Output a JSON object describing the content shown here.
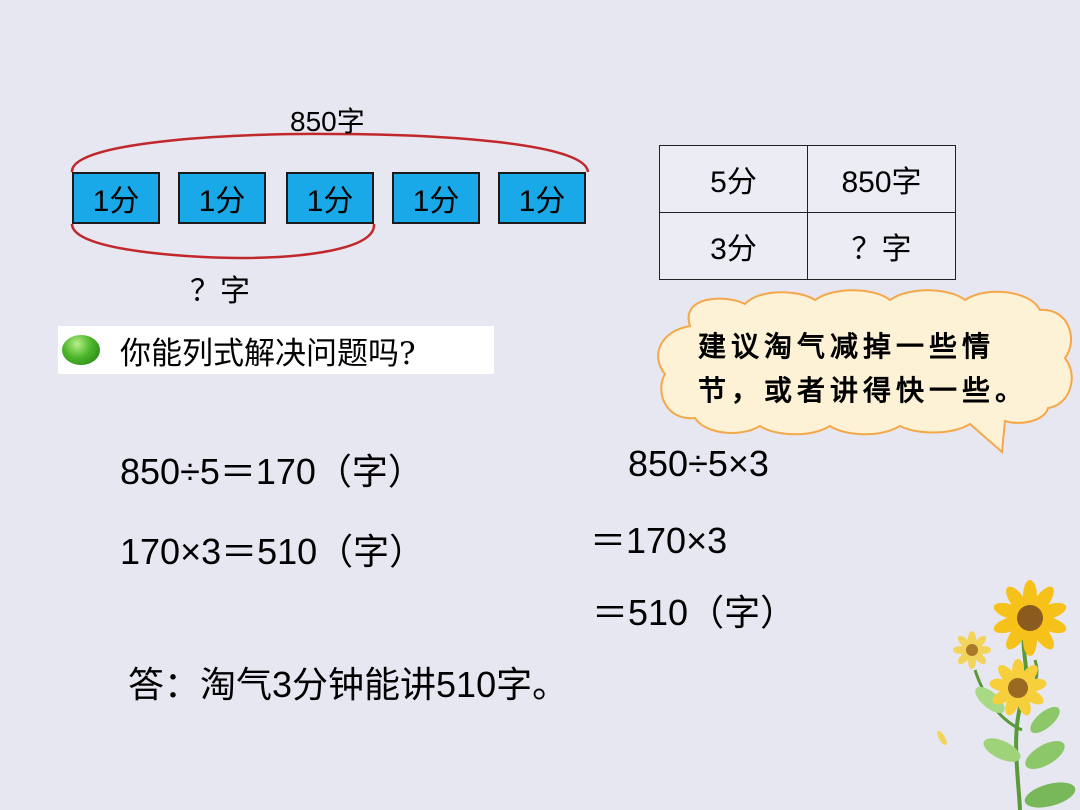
{
  "diagram": {
    "total_label": "850字",
    "unit_label": "1分",
    "unit_count": 5,
    "part_label": "？字"
  },
  "relation_table": {
    "rows": [
      [
        "5分",
        "850字"
      ],
      [
        "3分",
        "？字"
      ]
    ]
  },
  "question": "你能列式解决问题吗?",
  "speech_bubble": {
    "line1": "建议淘气减掉一些情",
    "line2": "节，或者讲得快一些。"
  },
  "method1": {
    "step1": "850÷5＝170（字）",
    "step2": "170×3＝510（字）"
  },
  "method2": {
    "line1": "850÷5×3",
    "line2": "＝170×3",
    "line3": "＝510（字）"
  },
  "answer": "答：淘气3分钟能讲510字。",
  "colors": {
    "unit_box": "#1aa9e8",
    "oval": "#c0282c",
    "bubble_fill": "#fdf2d6",
    "bubble_stroke": "#f4a84a"
  },
  "decoration": "sunflower-illustration"
}
